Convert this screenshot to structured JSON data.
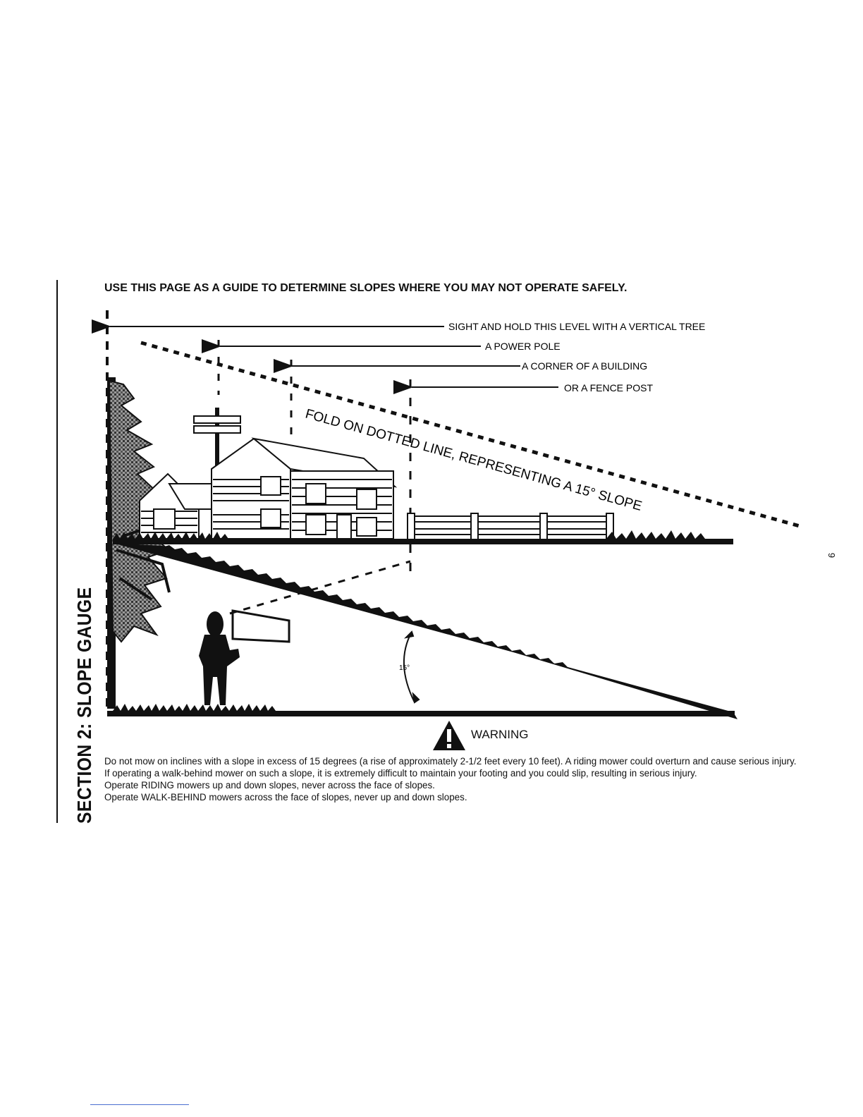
{
  "page": {
    "section_tab": "SECTION 2:  SLOPE GAUGE",
    "page_number": "9",
    "title": "USE THIS PAGE AS A GUIDE TO DETERMINE SLOPES WHERE YOU MAY NOT OPERATE SAFELY."
  },
  "diagram": {
    "labels": {
      "tree": "SIGHT AND HOLD THIS LEVEL WITH A VERTICAL TREE",
      "pole": "A POWER POLE",
      "building": "A CORNER OF A BUILDING",
      "fence": "OR A FENCE POST",
      "fold": "FOLD ON DOTTED LINE, REPRESENTING A 15° SLOPE",
      "angle": "15°"
    }
  },
  "warning": {
    "label": "WARNING",
    "paragraphs": [
      "Do not mow on inclines with a slope in excess of 15 degrees (a rise of approximately 2-1/2 feet every 10 feet).  A riding mower could overturn and cause serious injury.  If operating a walk-behind mower on such a slope, it is extremely difficult to maintain your footing and you could slip, resulting in serious injury.",
      "Operate RIDING mowers up and down slopes, never across the face of slopes.",
      "Operate WALK-BEHIND mowers across the face of slopes, never up and down slopes."
    ]
  }
}
